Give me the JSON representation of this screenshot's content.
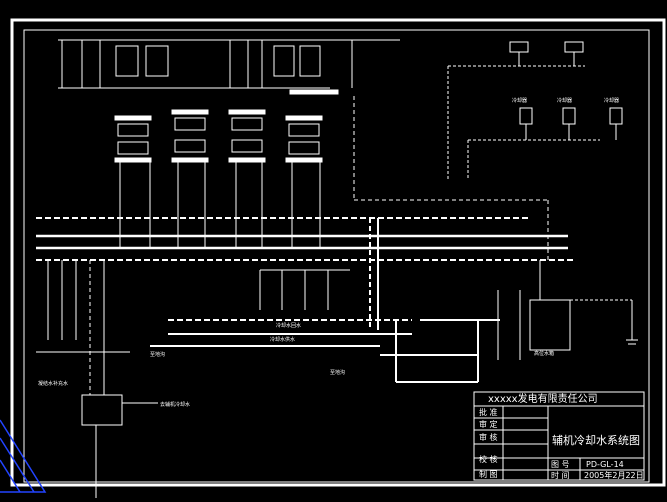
{
  "title_block": {
    "company": "xxxxx发电有限责任公司",
    "drawing_title": "辅机冷却水系统图",
    "roles": {
      "approve": "批 准",
      "review": "审 定",
      "audit": "审 核",
      "check": "校 核",
      "draw": "制 图"
    },
    "drawing_no_label": "图 号",
    "drawing_no": "PD-GL-14",
    "date_label": "时 间",
    "date": "2005年2月22日"
  },
  "labels": {
    "bottom_left_tank": "凝结水补充水",
    "outlet_to": "去辅机冷却水",
    "cooler_1": "冷却器",
    "cooler_2": "冷却器",
    "cooler_3": "冷却器",
    "return_pipe": "冷却水回水",
    "supply_pipe": "冷却水供水",
    "drain_left": "至地沟",
    "drain_right": "至地沟",
    "tank_label": "高位水箱"
  },
  "colors": {
    "background": "#000000",
    "line": "#ffffff",
    "border": "#ffffff",
    "blueprint_corner": "#2244ff"
  }
}
